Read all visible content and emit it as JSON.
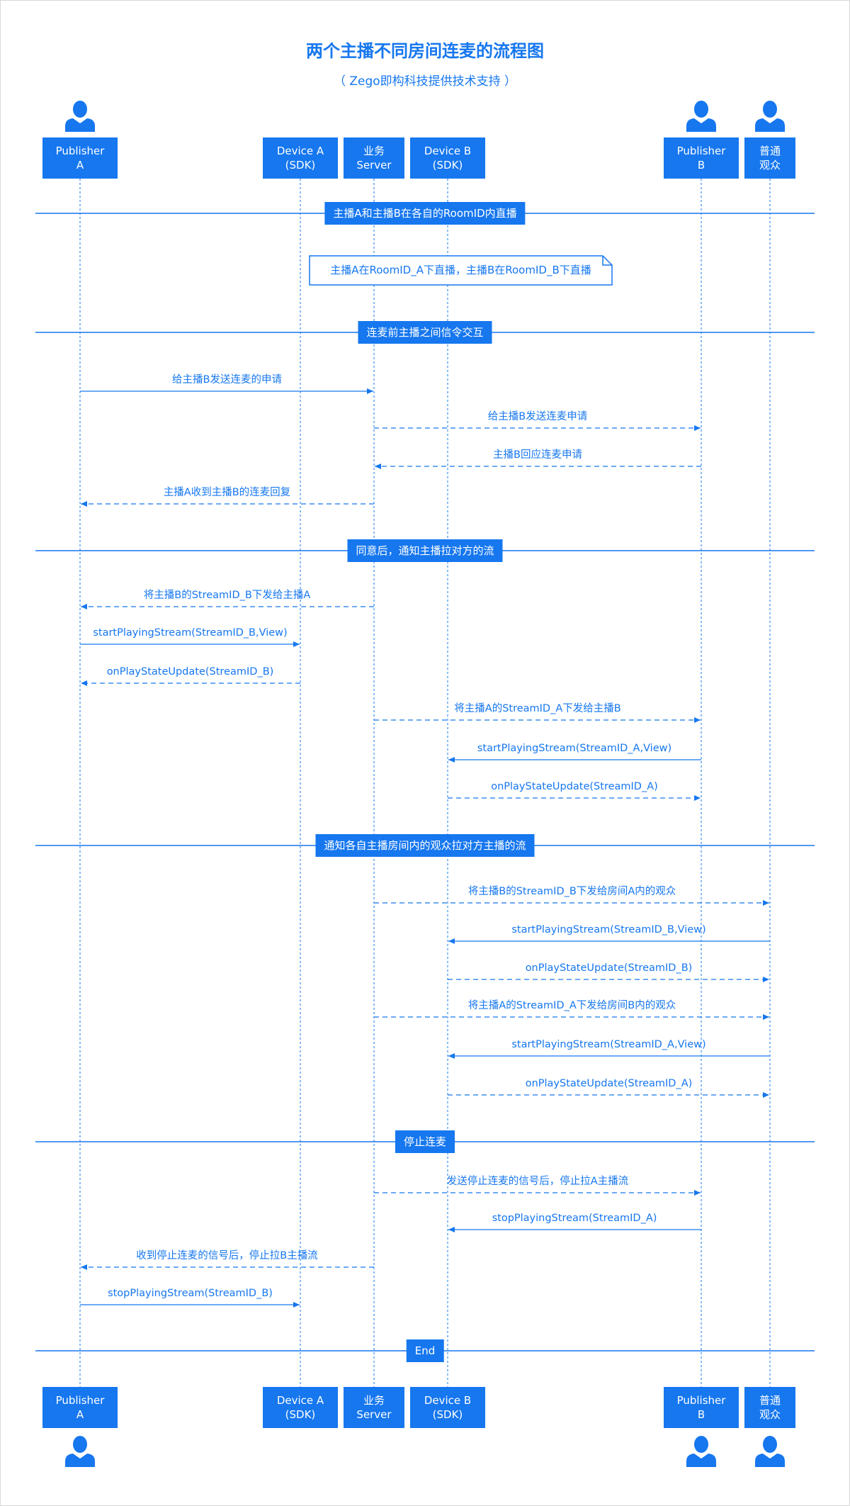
{
  "title": "两个主播不同房间连麦的流程图",
  "subtitle": "（ Zego即构科技提供技术支持 ）",
  "colors": {
    "accent": "#1677ef"
  },
  "participants": [
    {
      "id": "pubA",
      "label": "Publisher\nA",
      "has_person_icon": true
    },
    {
      "id": "devA",
      "label": "Device A\n(SDK)",
      "has_person_icon": false
    },
    {
      "id": "server",
      "label": "业务\nServer",
      "has_person_icon": false
    },
    {
      "id": "devB",
      "label": "Device B\n(SDK)",
      "has_person_icon": false
    },
    {
      "id": "pubB",
      "label": "Publisher\nB",
      "has_person_icon": true
    },
    {
      "id": "audience",
      "label": "普通\n观众",
      "has_person_icon": true
    }
  ],
  "sections": [
    {
      "label": "主播A和主播B在各自的RoomID内直播"
    },
    {
      "label": "连麦前主播之间信令交互"
    },
    {
      "label": "同意后，通知主播拉对方的流"
    },
    {
      "label": "通知各自主播房间内的观众拉对方主播的流"
    },
    {
      "label": "停止连麦"
    },
    {
      "label": "End"
    }
  ],
  "note": {
    "text": "主播A在RoomID_A下直播，主播B在RoomID_B下直播"
  },
  "messages": [
    {
      "from": "pubA",
      "to": "server",
      "style": "solid",
      "label": "给主播B发送连麦的申请"
    },
    {
      "from": "server",
      "to": "pubB",
      "style": "dashed",
      "label": "给主播B发送连麦申请"
    },
    {
      "from": "pubB",
      "to": "server",
      "style": "dashed",
      "label": "主播B回应连麦申请"
    },
    {
      "from": "server",
      "to": "pubA",
      "style": "dashed",
      "label": "主播A收到主播B的连麦回复"
    },
    {
      "from": "server",
      "to": "pubA",
      "style": "dashed",
      "label": "将主播B的StreamID_B下发给主播A"
    },
    {
      "from": "pubA",
      "to": "devA",
      "style": "solid",
      "label": "startPlayingStream(StreamID_B,View)"
    },
    {
      "from": "devA",
      "to": "pubA",
      "style": "dashed",
      "label": "onPlayStateUpdate(StreamID_B)"
    },
    {
      "from": "server",
      "to": "pubB",
      "style": "dashed",
      "label": "将主播A的StreamID_A下发给主播B"
    },
    {
      "from": "pubB",
      "to": "devB",
      "style": "solid",
      "label": "startPlayingStream(StreamID_A,View)"
    },
    {
      "from": "devB",
      "to": "pubB",
      "style": "dashed",
      "label": "onPlayStateUpdate(StreamID_A)"
    },
    {
      "from": "server",
      "to": "audience",
      "style": "dashed",
      "label": "将主播B的StreamID_B下发给房间A内的观众"
    },
    {
      "from": "audience",
      "to": "devB",
      "style": "solid",
      "label": "startPlayingStream(StreamID_B,View)"
    },
    {
      "from": "devB",
      "to": "audience",
      "style": "dashed",
      "label": "onPlayStateUpdate(StreamID_B)"
    },
    {
      "from": "server",
      "to": "audience",
      "style": "dashed",
      "label": "将主播A的StreamID_A下发给房间B内的观众"
    },
    {
      "from": "audience",
      "to": "devB",
      "style": "solid",
      "label": "startPlayingStream(StreamID_A,View)"
    },
    {
      "from": "devB",
      "to": "audience",
      "style": "dashed",
      "label": "onPlayStateUpdate(StreamID_A)"
    },
    {
      "from": "server",
      "to": "pubB",
      "style": "dashed",
      "label": "发送停止连麦的信号后，停止拉A主播流"
    },
    {
      "from": "pubB",
      "to": "devB",
      "style": "solid",
      "label": "stopPlayingStream(StreamID_A)"
    },
    {
      "from": "server",
      "to": "pubA",
      "style": "dashed",
      "label": "收到停止连麦的信号后，停止拉B主播流"
    },
    {
      "from": "pubA",
      "to": "devA",
      "style": "solid",
      "label": "stopPlayingStream(StreamID_B)"
    }
  ]
}
